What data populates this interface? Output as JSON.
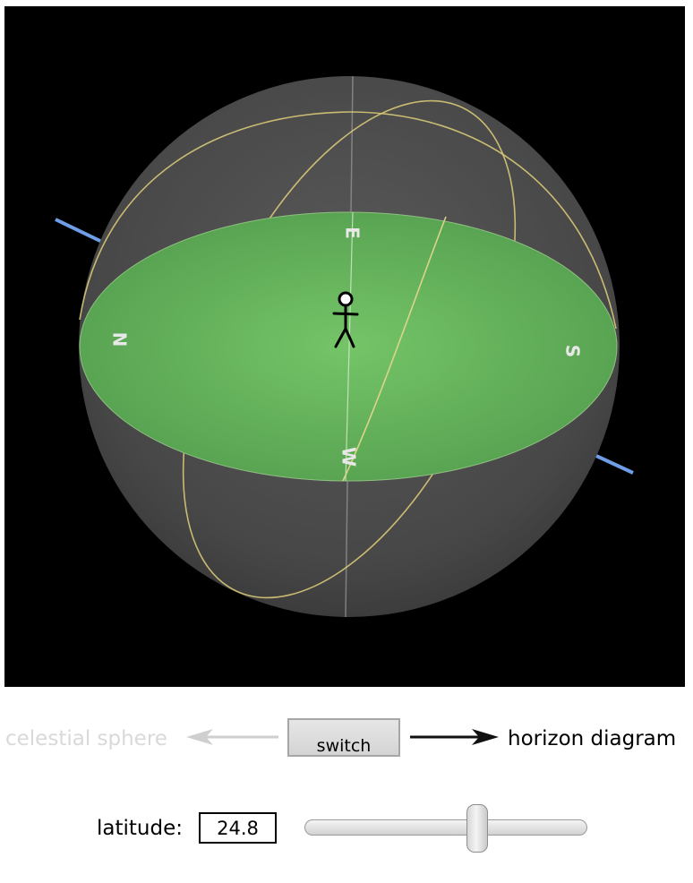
{
  "scene": {
    "compass": {
      "north": "N",
      "east": "E",
      "south": "S",
      "west": "W"
    },
    "colors": {
      "background": "#000000",
      "sphere": "#4a4a4a",
      "horizon_plane": "#6cb960",
      "celestial_circles": "#d8c878",
      "axis": "#6f9ee8",
      "meridian": "#bbbbbb",
      "observer": "#000000"
    }
  },
  "mode_switch": {
    "left_label": "celestial sphere",
    "button_label": "switch",
    "right_label": "horizon diagram",
    "active": "horizon diagram"
  },
  "latitude": {
    "label": "latitude:",
    "value": "24.8",
    "slider_position": 0.62
  }
}
